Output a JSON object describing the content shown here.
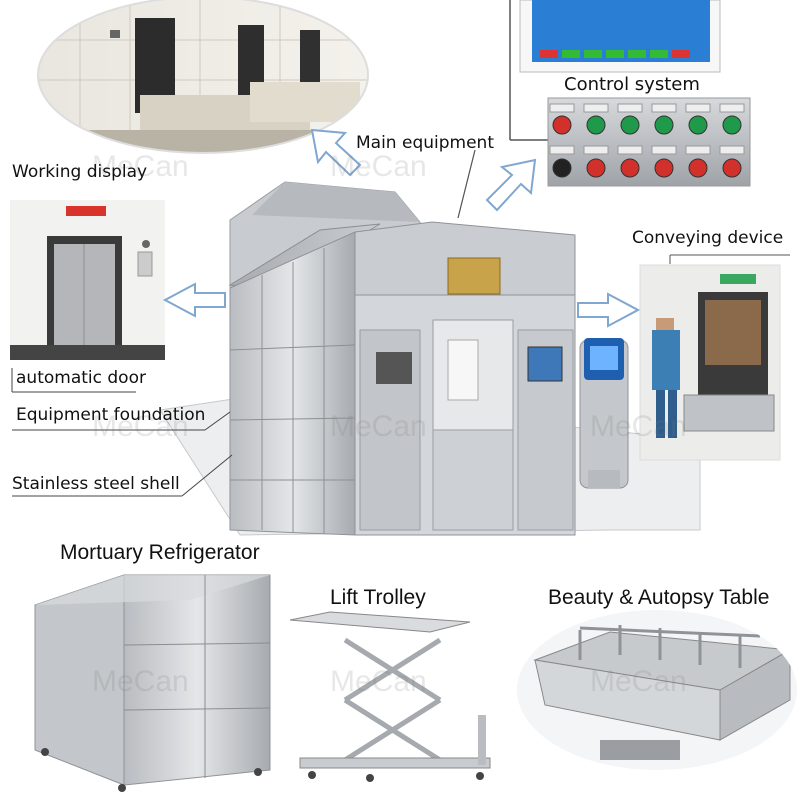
{
  "labels": {
    "control_system": "Control system",
    "main_equipment": "Main equipment",
    "working_display": "Working display",
    "conveying_device": "Conveying device",
    "automatic_door": "automatic door",
    "equipment_foundation": "Equipment foundation",
    "stainless_steel_shell": "Stainless steel shell",
    "mortuary_refrigerator": "Mortuary Refrigerator",
    "lift_trolley": "Lift Trolley",
    "beauty_autopsy_table": "Beauty & Autopsy Table"
  },
  "watermark": "MeCan",
  "colors": {
    "steel_light": "#d9dbde",
    "steel_dark": "#8e9297",
    "screen_blue": "#2a7fd4",
    "button_red": "#d2302a",
    "button_green": "#1f9a4a",
    "warning_red": "#d8342c"
  }
}
